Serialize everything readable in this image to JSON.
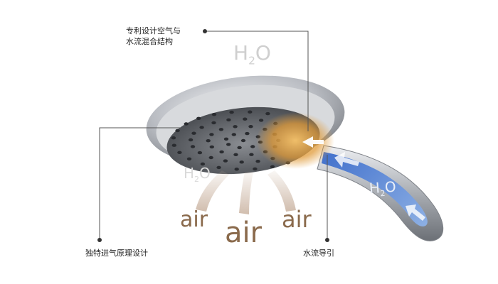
{
  "labels": {
    "top_line1": "专利设计空气与",
    "top_line2": "水流混合结构",
    "left": "独特进气原理设计",
    "right": "水流导引"
  },
  "h2o": {
    "base": "H",
    "sub": "2",
    "tail": "O"
  },
  "air": {
    "left": "air",
    "mid": "air",
    "right": "air"
  },
  "colors": {
    "chrome": "#b8bcc2",
    "face": "#5e6166",
    "glow_orange": "#e8a13a",
    "glow_blue": "#4a7fd6",
    "air_text": "#8a6a4c",
    "leader": "#555555"
  }
}
